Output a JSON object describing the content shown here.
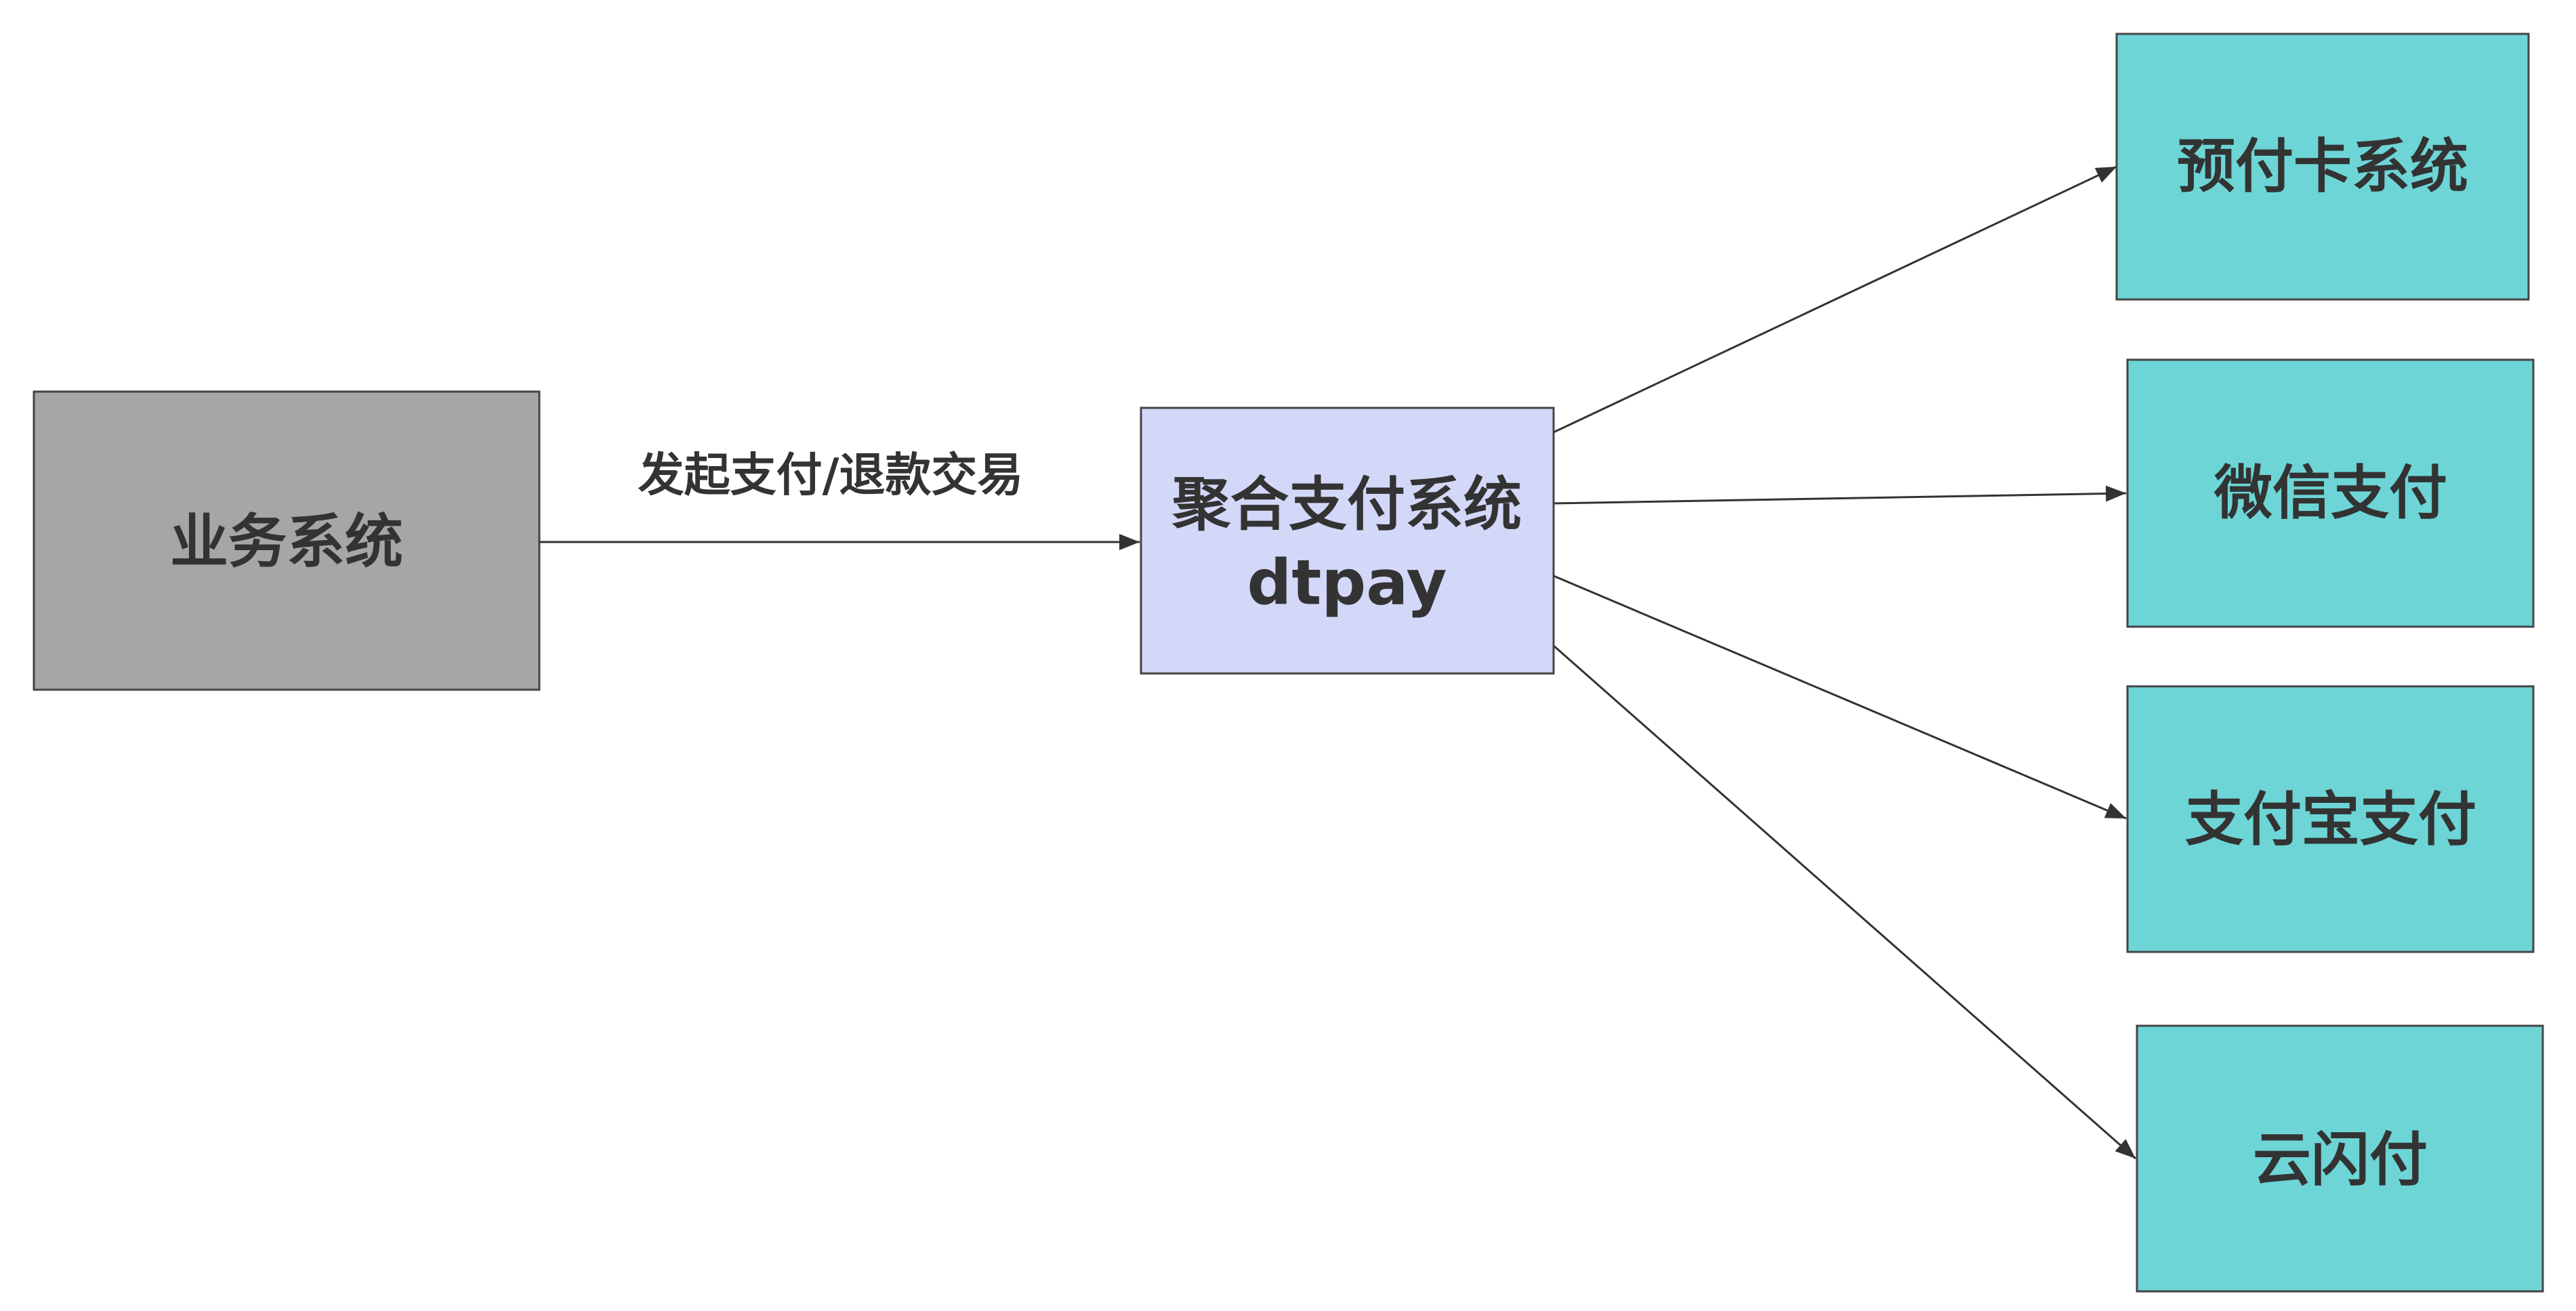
{
  "colors": {
    "business": "#a6a6a6",
    "aggregator": "#d3d7f8",
    "channel": "#6dd5d6",
    "text": "#333333",
    "line": "#333333"
  },
  "nodes": {
    "business": {
      "label": "业务系统"
    },
    "aggregator": {
      "line1": "聚合支付系统",
      "line2": "dtpay"
    },
    "prepaid": {
      "label": "预付卡系统"
    },
    "wechat": {
      "label": "微信支付"
    },
    "alipay": {
      "label": "支付宝支付"
    },
    "unionpay": {
      "label": "云闪付"
    }
  },
  "edges": {
    "business_to_aggregator": {
      "label": "发起支付/退款交易"
    }
  }
}
